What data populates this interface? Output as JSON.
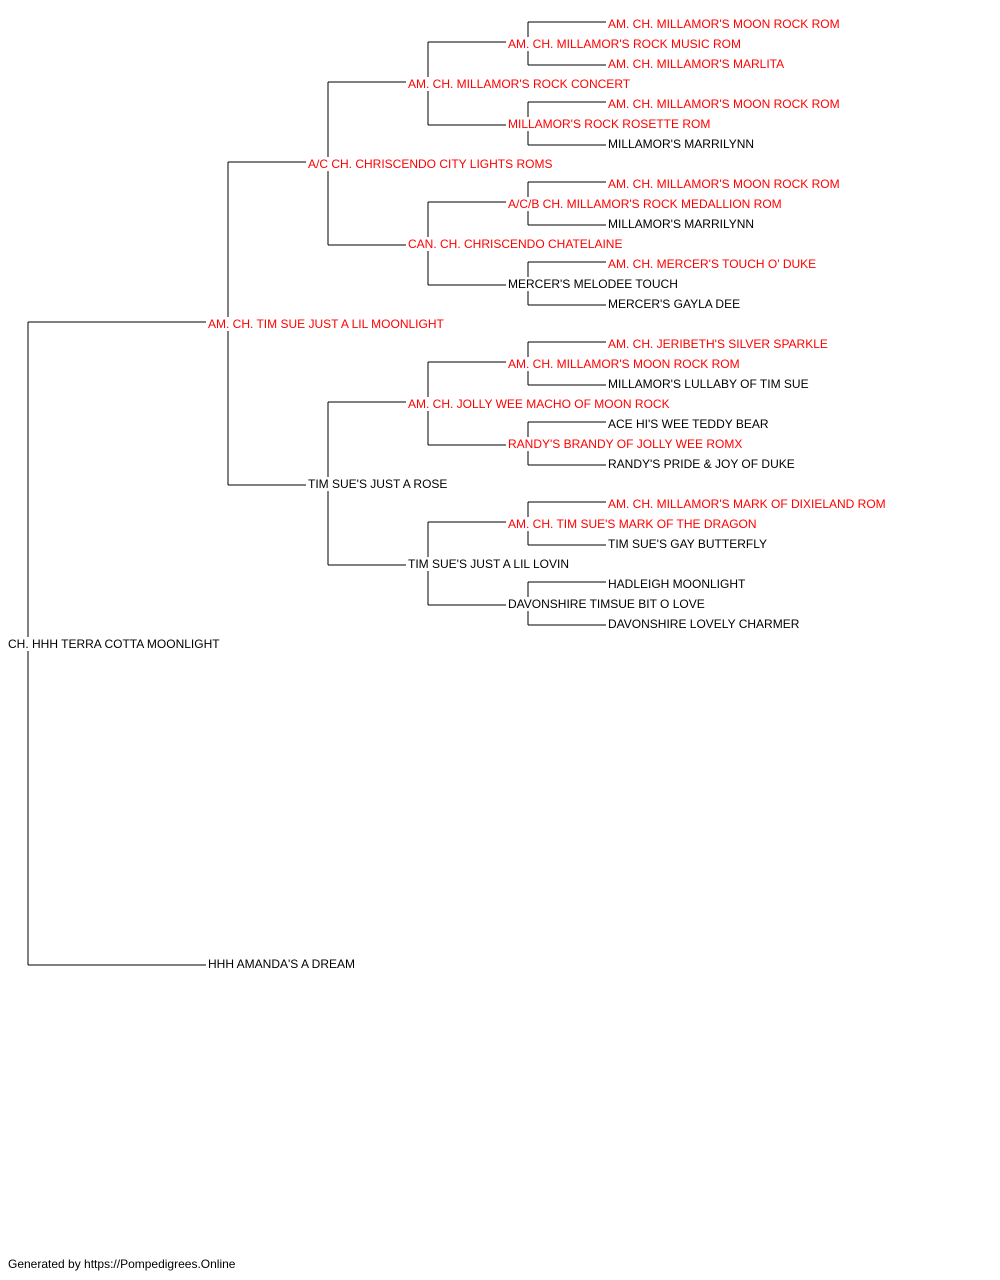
{
  "colors": {
    "champion": "#ff0000",
    "normal": "#000000",
    "line": "#000000"
  },
  "pedigree": {
    "root": {
      "name": "CH. HHH TERRA COTTA MOONLIGHT",
      "champion": false
    },
    "sire": {
      "name": "AM. CH. TIM SUE JUST A LIL MOONLIGHT",
      "champion": true
    },
    "dam": {
      "name": "HHH AMANDA'S A DREAM",
      "champion": false
    },
    "sire_sire": {
      "name": "A/C CH. CHRISCENDO CITY LIGHTS ROMS",
      "champion": true
    },
    "sire_dam": {
      "name": "TIM SUE'S JUST A ROSE",
      "champion": false
    },
    "ss_sire": {
      "name": "AM. CH. MILLAMOR'S ROCK CONCERT",
      "champion": true
    },
    "ss_dam": {
      "name": "CAN. CH. CHRISCENDO CHATELAINE",
      "champion": true
    },
    "sd_sire": {
      "name": "AM. CH. JOLLY WEE MACHO OF MOON ROCK",
      "champion": true
    },
    "sd_dam": {
      "name": "TIM SUE'S JUST A LIL LOVIN",
      "champion": false
    },
    "sss_sire": {
      "name": "AM. CH. MILLAMOR'S ROCK MUSIC ROM",
      "champion": true
    },
    "sss_dam": {
      "name": "MILLAMOR'S ROCK ROSETTE ROM",
      "champion": true
    },
    "ssd_sire": {
      "name": "A/C/B CH. MILLAMOR'S ROCK MEDALLION ROM",
      "champion": true
    },
    "ssd_dam": {
      "name": "MERCER'S MELODEE TOUCH",
      "champion": false
    },
    "sds_sire": {
      "name": "AM. CH. MILLAMOR'S MOON ROCK ROM",
      "champion": true
    },
    "sds_dam": {
      "name": "RANDY'S BRANDY OF JOLLY WEE ROMX",
      "champion": true
    },
    "sdd_sire": {
      "name": "AM. CH. TIM SUE'S MARK OF THE DRAGON",
      "champion": true
    },
    "sdd_dam": {
      "name": "DAVONSHIRE TIMSUE BIT O LOVE",
      "champion": false
    },
    "g5": [
      {
        "name": "AM. CH. MILLAMOR'S MOON ROCK ROM",
        "champion": true
      },
      {
        "name": "AM. CH. MILLAMOR'S MARLITA",
        "champion": true
      },
      {
        "name": "AM. CH. MILLAMOR'S MOON ROCK ROM",
        "champion": true
      },
      {
        "name": "MILLAMOR'S MARRILYNN",
        "champion": false
      },
      {
        "name": "AM. CH. MILLAMOR'S MOON ROCK ROM",
        "champion": true
      },
      {
        "name": "MILLAMOR'S MARRILYNN",
        "champion": false
      },
      {
        "name": "AM. CH. MERCER'S TOUCH O' DUKE",
        "champion": true
      },
      {
        "name": "MERCER'S GAYLA DEE",
        "champion": false
      },
      {
        "name": "AM. CH. JERIBETH'S SILVER SPARKLE",
        "champion": true
      },
      {
        "name": "MILLAMOR'S LULLABY OF TIM SUE",
        "champion": false
      },
      {
        "name": "ACE HI'S WEE TEDDY BEAR",
        "champion": false
      },
      {
        "name": "RANDY'S PRIDE & JOY OF DUKE",
        "champion": false
      },
      {
        "name": "AM. CH. MILLAMOR'S MARK OF DIXIELAND ROM",
        "champion": true
      },
      {
        "name": "TIM SUE'S GAY BUTTERFLY",
        "champion": false
      },
      {
        "name": "HADLEIGH MOONLIGHT",
        "champion": false
      },
      {
        "name": "DAVONSHIRE LOVELY CHARMER",
        "champion": false
      }
    ]
  },
  "footer": "Generated by https://Pompedigrees.Online"
}
